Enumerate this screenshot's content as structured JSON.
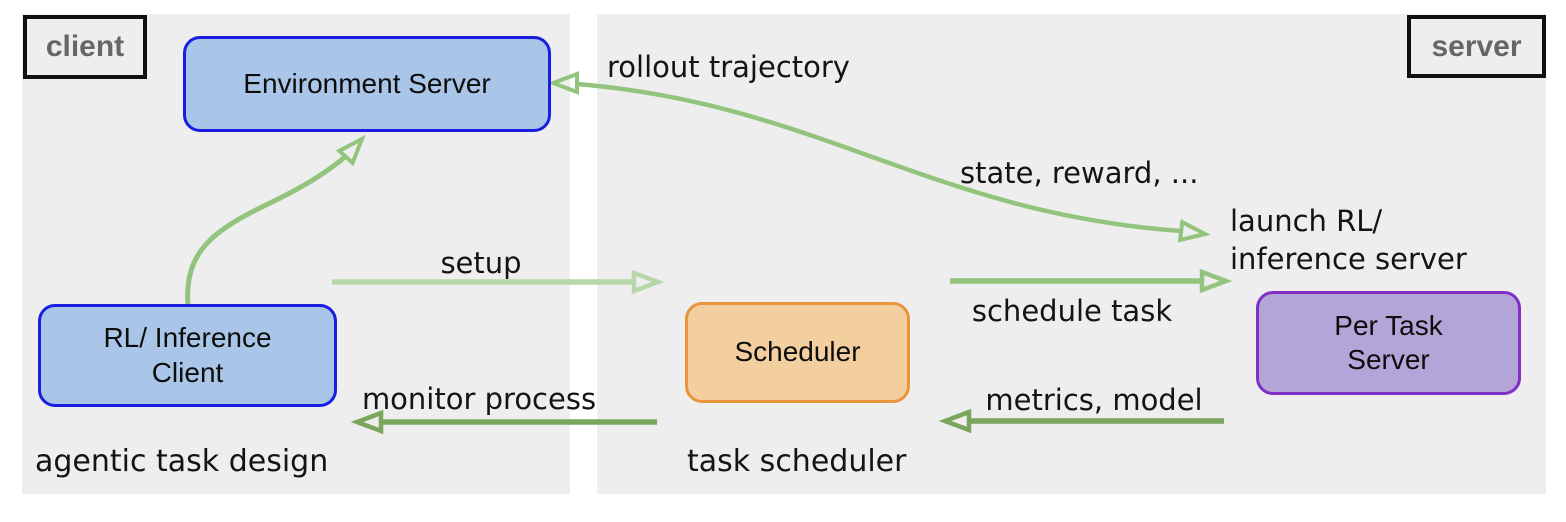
{
  "diagram": {
    "client_panel": {
      "corner_label": "client",
      "caption": "agentic task design",
      "background": "#eeeeee",
      "nodes": {
        "environment_server": {
          "label": "Environment Server",
          "fill": "#a9c6e8",
          "border": "#1b1ee0"
        },
        "rl_inference_client": {
          "label_line1": "RL/ Inference",
          "label_line2": "Client",
          "fill": "#a9c6e8",
          "border": "#1b1ee0"
        }
      }
    },
    "server_panel": {
      "corner_label": "server",
      "caption": "task scheduler",
      "background": "#eeeeee",
      "nodes": {
        "scheduler": {
          "label": "Scheduler",
          "fill": "#f3cf9f",
          "border": "#e8953c"
        },
        "per_task_server": {
          "label_line1": "Per Task",
          "label_line2": "Server",
          "fill": "#b4a5d8",
          "border": "#8130c4"
        }
      }
    },
    "arrows": {
      "setup": {
        "label": "setup",
        "color": "#b7d7a8",
        "direction": "right",
        "from": "rl_inference_client",
        "to": "scheduler"
      },
      "schedule_task": {
        "label": "schedule task",
        "color": "#93c47d",
        "direction": "right",
        "from": "scheduler",
        "to": "per_task_server"
      },
      "monitor_process": {
        "label": "monitor process",
        "color": "#79a65c",
        "direction": "left",
        "from": "scheduler",
        "to": "rl_inference_client"
      },
      "metrics_model": {
        "label": "metrics, model",
        "color": "#79a65c",
        "direction": "left",
        "from": "per_task_server",
        "to": "scheduler"
      },
      "rollout_trajectory": {
        "label": "rollout trajectory",
        "color": "#93c47d",
        "direction": "both",
        "from": "environment_server",
        "to": "per_task_server"
      },
      "state_reward": {
        "label": "state, reward, ...",
        "color": "#93c47d"
      },
      "launch_rl_inference": {
        "label_line1": "launch RL/",
        "label_line2": "inference server"
      },
      "client_to_environment": {
        "color": "#93c47d",
        "direction": "up",
        "from": "rl_inference_client",
        "to": "environment_server"
      }
    }
  }
}
